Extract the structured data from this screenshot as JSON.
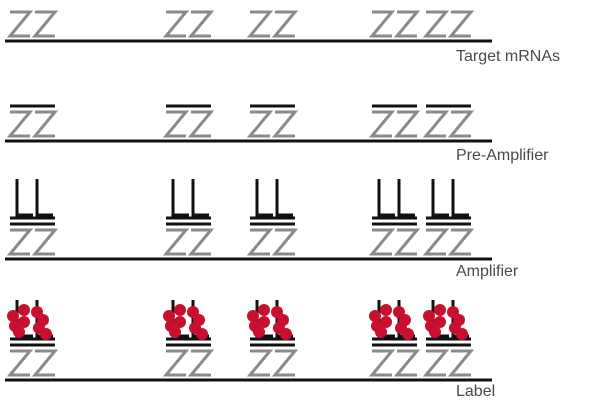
{
  "rows": [
    {
      "label": "Target mRNAs",
      "layers": []
    },
    {
      "label": "Pre-Amplifier",
      "layers": [
        "pre-amplifier"
      ]
    },
    {
      "label": "Amplifier",
      "layers": [
        "pre-amplifier",
        "amplifier"
      ]
    },
    {
      "label": "Label",
      "layers": [
        "pre-amplifier",
        "amplifier",
        "label"
      ]
    }
  ],
  "probe_pairs_per_row": 5,
  "colors": {
    "strand": "#111111",
    "probe": "#8a8a8a",
    "amplifier": "#111111",
    "label": "#c8102e",
    "text": "#4a4a4a"
  }
}
